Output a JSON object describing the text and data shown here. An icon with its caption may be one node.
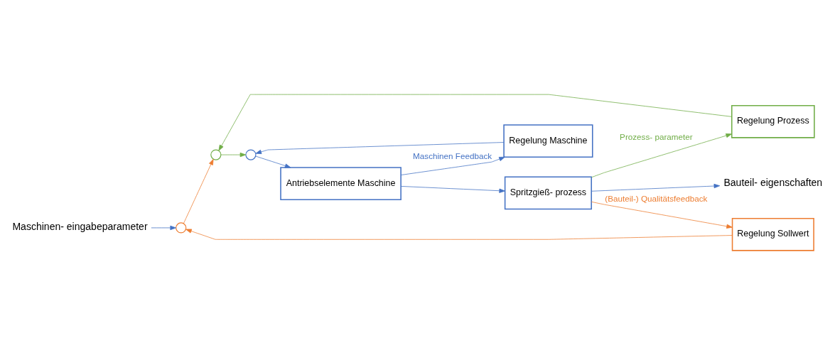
{
  "diagram": {
    "nodes": [
      {
        "text": [
          "Maschinen- eingabeparameter"
        ]
      },
      {
        "text": [],
        "shape": "circle"
      },
      {
        "text": [],
        "shape": "circle"
      },
      {
        "text": [],
        "shape": "circle"
      },
      {
        "text": [
          "Antriebselemente Maschine"
        ]
      },
      {
        "text": [
          "Spritzgieß- prozess"
        ]
      },
      {
        "text": [
          "Bauteil- eigenschaften"
        ]
      },
      {
        "text": [
          "Regelung Maschine"
        ]
      },
      {
        "text": [
          "Regelung Prozess"
        ]
      },
      {
        "text": [
          "Regelung Sollwert"
        ]
      }
    ],
    "edges": [
      {
        "from": 0,
        "to": 1,
        "arrow": "to"
      },
      {
        "from": 1,
        "to": 2,
        "arrow": "to",
        "color": "#ed7d31"
      },
      {
        "from": 2,
        "to": 3,
        "arrow": "to",
        "color": "#70ad47"
      },
      {
        "from": 3,
        "to": 4,
        "arrow": "to"
      },
      {
        "from": 4,
        "to": 5,
        "arrow": "to"
      },
      {
        "from": 5,
        "to": 6,
        "arrow": "to"
      },
      {
        "from": 4,
        "to": 7,
        "arrow": "to",
        "label": "Maschinen Feedback"
      },
      {
        "from": 7,
        "to": 3,
        "arrow": "to"
      },
      {
        "from": 5,
        "to": 8,
        "arrow": "to",
        "label": "Prozess- parameter",
        "color": "#70ad47"
      },
      {
        "from": 8,
        "to": 2,
        "arrow": "to",
        "color": "#70ad47"
      },
      {
        "from": 5,
        "to": 9,
        "arrow": "to",
        "label": "(Bauteil-) Qualitätsfeedback",
        "color": "#ed7d31"
      },
      {
        "from": 9,
        "to": 1,
        "arrow": "to",
        "color": "#ed7d31"
      }
    ]
  }
}
